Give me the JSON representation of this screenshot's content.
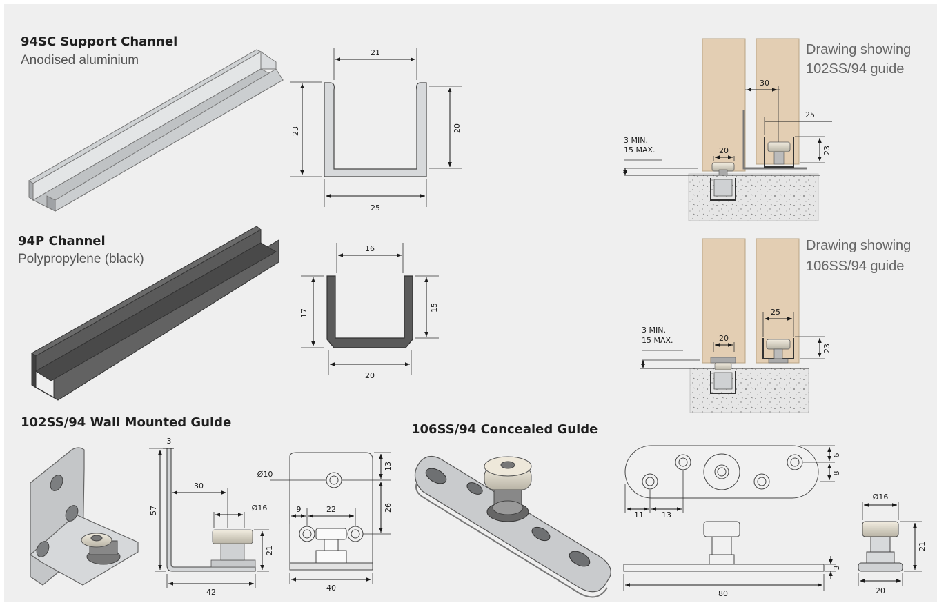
{
  "colors": {
    "background": "#efefef",
    "aluminium": "#d7d9db",
    "polypropylene": "#5a5a5a",
    "wood": "#e3ceb3",
    "concrete": "#e4e4e4",
    "steel": "#b7b9bb"
  },
  "sections": {
    "support_channel": {
      "title": "94SC Support Channel",
      "material": "Anodised aluminium",
      "dims": {
        "top": "21",
        "height_left": "23",
        "height_right": "20",
        "bottom": "25"
      }
    },
    "p_channel": {
      "title": "94P Channel",
      "material": "Polypropylene (black)",
      "dims": {
        "top": "16",
        "height_left": "17",
        "height_right": "15",
        "bottom": "20"
      }
    },
    "wall_guide": {
      "title": "102SS/94 Wall Mounted Guide",
      "dims": {
        "thickness": "3",
        "height": "57",
        "offset": "30",
        "wheel_dia": "Ø16",
        "wheel_height": "21",
        "base": "42",
        "hole_dia": "Ø10",
        "top_margin": "13",
        "hole_spacing_v": "26",
        "edge": "9",
        "hole_spacing_h": "22",
        "width": "40"
      }
    },
    "concealed_guide": {
      "title": "106SS/94 Concealed Guide",
      "dims": {
        "d1": "6",
        "d2": "8",
        "d3": "11",
        "d4": "13",
        "length": "80",
        "thickness": "3",
        "wheel_dia": "Ø16",
        "height": "21",
        "base": "20"
      }
    },
    "drawing_102": {
      "caption_line1": "Drawing showing",
      "caption_line2": "102SS/94 guide",
      "min": "3 MIN.",
      "max": "15 MAX.",
      "d_channel": "20",
      "d_offset": "30",
      "d_width": "25",
      "d_height": "23"
    },
    "drawing_106": {
      "caption_line1": "Drawing showing",
      "caption_line2": "106SS/94 guide",
      "min": "3 MIN.",
      "max": "15 MAX.",
      "d_channel": "20",
      "d_width": "25",
      "d_height": "23"
    }
  }
}
